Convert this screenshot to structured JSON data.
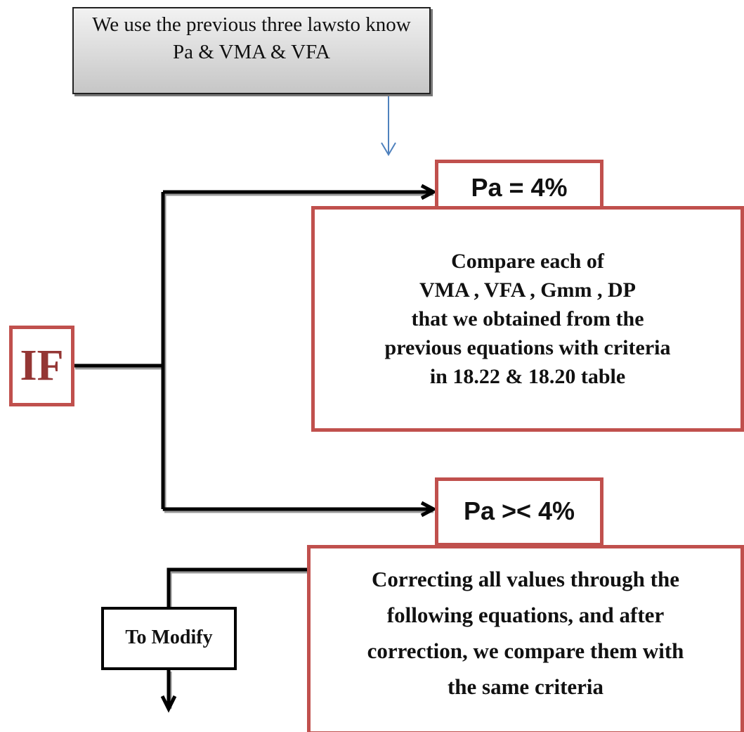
{
  "header_box": {
    "lines": [
      "We use the previous three lawsto know",
      "Pa & VMA & VFA"
    ]
  },
  "if_box": {
    "label": "IF"
  },
  "branch_equal": {
    "label": "Pa = 4%"
  },
  "compare_box": {
    "lines": [
      "Compare each of",
      "VMA , VFA , Gmm , DP",
      "that we obtained from the",
      "previous equations with criteria",
      "in 18.22 & 18.20 table"
    ]
  },
  "branch_not_equal": {
    "label": "Pa >< 4%"
  },
  "correct_box": {
    "lines": [
      "Correcting all values through the",
      "following equations, and after",
      "correction, we compare them with",
      "the same criteria"
    ]
  },
  "modify_box": {
    "label": "To Modify"
  },
  "colors": {
    "box_border": "#c0504d",
    "if_text": "#943634",
    "arrow_blue": "#4f81bd"
  }
}
